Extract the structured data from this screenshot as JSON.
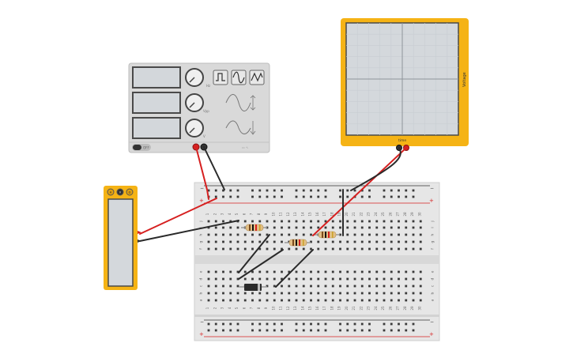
{
  "function_generator": {
    "power_label": "OFF",
    "knob_labels": [
      "Hz",
      "Vpp",
      "V"
    ],
    "waveforms": [
      "square-wave-icon",
      "sine-wave-icon",
      "triangle-wave-icon"
    ]
  },
  "oscilloscope": {
    "y_axis_label": "Voltage",
    "x_axis_label": "time"
  },
  "multimeter": {
    "mode_buttons": [
      "A",
      "V",
      "Ω"
    ]
  },
  "breadboard": {
    "column_numbers": [
      "1",
      "2",
      "3",
      "4",
      "5",
      "6",
      "7",
      "8",
      "9",
      "10",
      "11",
      "12",
      "13",
      "14",
      "15",
      "16",
      "17",
      "18",
      "19",
      "20",
      "21",
      "22",
      "23",
      "24",
      "25",
      "26",
      "27",
      "28",
      "29",
      "30"
    ],
    "top_row_letters": [
      "j",
      "i",
      "h",
      "g",
      "f"
    ],
    "bottom_row_letters": [
      "e",
      "d",
      "c",
      "b",
      "a"
    ],
    "rail_minus": "−",
    "rail_plus": "+"
  },
  "colors": {
    "instrument_frame": "#f5b315",
    "wire_red": "#d62020",
    "wire_black": "#2a2a2a",
    "breadboard_body": "#e6e6e6",
    "scope_grid": "#c8cdd2",
    "display_fill": "#d4d8dc"
  }
}
